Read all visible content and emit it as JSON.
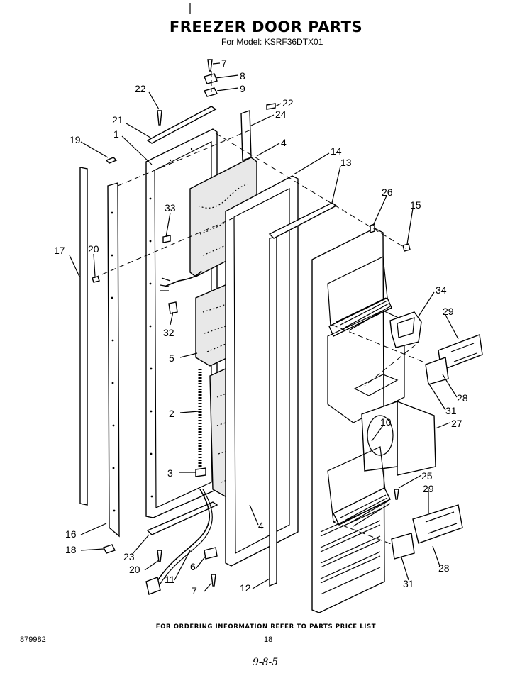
{
  "header": {
    "title": "FREEZER DOOR PARTS",
    "model_line": "For Model: KSRF36DTX01"
  },
  "callouts": [
    "7",
    "8",
    "9",
    "22",
    "22",
    "24",
    "21",
    "1",
    "19",
    "4",
    "14",
    "13",
    "26",
    "15",
    "33",
    "17",
    "20",
    "34",
    "29",
    "32",
    "5",
    "28",
    "31",
    "2",
    "10",
    "27",
    "3",
    "25",
    "29",
    "4",
    "16",
    "18",
    "23",
    "20",
    "6",
    "11",
    "7",
    "12",
    "28",
    "31"
  ],
  "footer": {
    "note": "FOR ORDERING INFORMATION REFER TO PARTS PRICE LIST",
    "doc_number": "879982",
    "page_number": "18",
    "handwritten": "9-8-5"
  }
}
